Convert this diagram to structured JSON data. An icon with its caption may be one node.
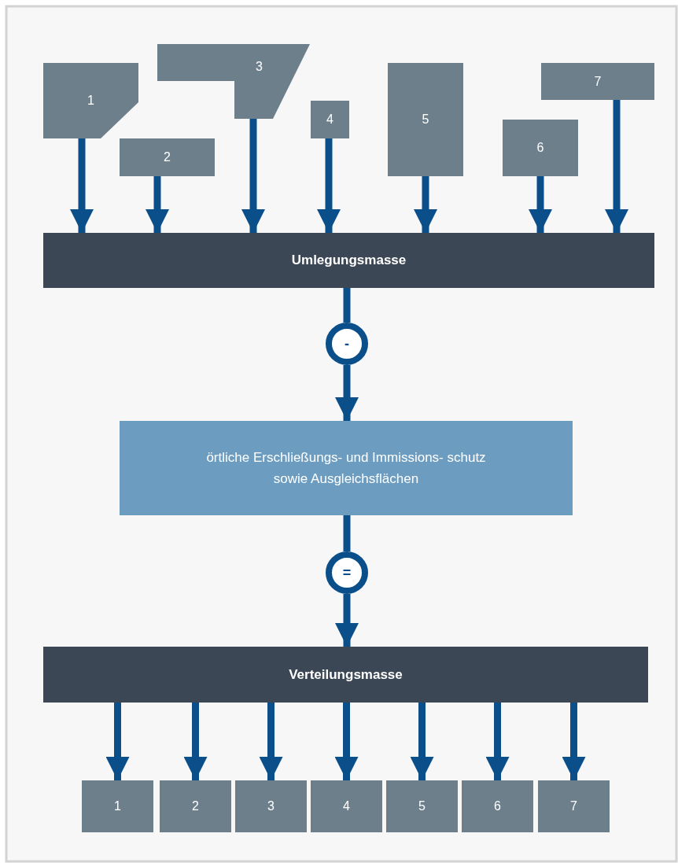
{
  "diagram": {
    "nodes": [
      {
        "text": [
          "1"
        ]
      },
      {
        "text": [
          "2"
        ]
      },
      {
        "text": [
          "3"
        ]
      },
      {
        "text": [
          "4"
        ]
      },
      {
        "text": [
          "5"
        ]
      },
      {
        "text": [
          "6"
        ]
      },
      {
        "text": [
          "7"
        ]
      },
      {
        "text": [
          "Umlegungsmasse"
        ]
      },
      {
        "text": [
          "-"
        ]
      },
      {
        "text": [
          "örtliche Erschließungs- und Immissions- schutz sowie Ausgleichsflächen"
        ]
      },
      {
        "text": [
          "="
        ]
      },
      {
        "text": [
          "Verteilungsmasse"
        ]
      },
      {
        "text": [
          "1"
        ]
      },
      {
        "text": [
          "2"
        ]
      },
      {
        "text": [
          "3"
        ]
      },
      {
        "text": [
          "4"
        ]
      },
      {
        "text": [
          "5"
        ]
      },
      {
        "text": [
          "6"
        ]
      },
      {
        "text": [
          "7"
        ]
      }
    ],
    "edges": [
      {
        "from": 0,
        "to": 7,
        "arrow": "to"
      },
      {
        "from": 1,
        "to": 7,
        "arrow": "to"
      },
      {
        "from": 2,
        "to": 7,
        "arrow": "to"
      },
      {
        "from": 3,
        "to": 7,
        "arrow": "to"
      },
      {
        "from": 4,
        "to": 7,
        "arrow": "to"
      },
      {
        "from": 5,
        "to": 7,
        "arrow": "to"
      },
      {
        "from": 6,
        "to": 7,
        "arrow": "to"
      },
      {
        "from": 7,
        "to": 8,
        "arrow": "none"
      },
      {
        "from": 8,
        "to": 9,
        "arrow": "to"
      },
      {
        "from": 9,
        "to": 10,
        "arrow": "none"
      },
      {
        "from": 10,
        "to": 11,
        "arrow": "to"
      },
      {
        "from": 11,
        "to": 12,
        "arrow": "to"
      },
      {
        "from": 11,
        "to": 13,
        "arrow": "to"
      },
      {
        "from": 11,
        "to": 14,
        "arrow": "to"
      },
      {
        "from": 11,
        "to": 15,
        "arrow": "to"
      },
      {
        "from": 11,
        "to": 16,
        "arrow": "to"
      },
      {
        "from": 11,
        "to": 17,
        "arrow": "to"
      },
      {
        "from": 11,
        "to": 18,
        "arrow": "to"
      }
    ]
  }
}
